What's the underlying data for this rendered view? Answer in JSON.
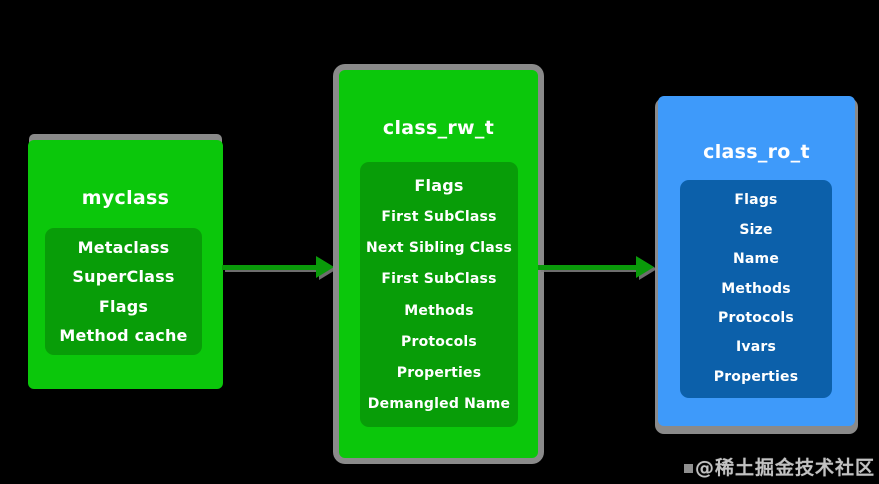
{
  "diagram": {
    "boxes": [
      {
        "title": "myclass",
        "rows": [
          "Metaclass",
          "SuperClass",
          "Flags",
          "Method cache"
        ]
      },
      {
        "title": "class_rw_t",
        "rows": [
          "Flags",
          "First SubClass",
          "Next Sibling Class",
          "First SubClass",
          "Methods",
          "Protocols",
          "Properties",
          "Demangled Name"
        ]
      },
      {
        "title": "class_ro_t",
        "rows": [
          "Flags",
          "Size",
          "Name",
          "Methods",
          "Protocols",
          "Ivars",
          "Properties"
        ]
      }
    ],
    "arrows": [
      {
        "from": "myclass",
        "to": "class_rw_t"
      },
      {
        "from": "class_rw_t",
        "to": "class_ro_t"
      }
    ],
    "colors": {
      "background": "#000000",
      "green_outer": "#0bc70b",
      "green_inner": "#089d08",
      "blue_outer": "#3e9afa",
      "blue_inner": "#0c60aa",
      "arrow_green": "#0a9a0a",
      "shadow_gray": "#8a8a8a",
      "text_white": "#ffffff"
    }
  },
  "watermark": {
    "text": "@稀土掘金技术社区"
  }
}
